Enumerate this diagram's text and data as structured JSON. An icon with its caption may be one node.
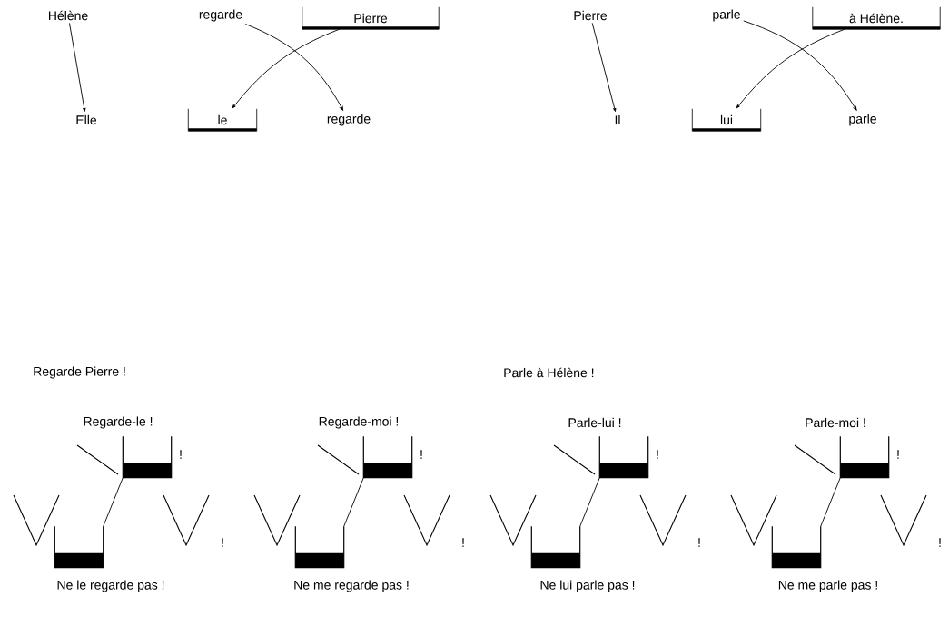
{
  "diagram": {
    "nodes": [
      {
        "text": [
          "Hélène"
        ]
      },
      {
        "text": [
          "regarde"
        ]
      },
      {
        "text": [
          "Pierre"
        ]
      },
      {
        "text": [
          "Elle"
        ]
      },
      {
        "text": [
          "le"
        ]
      },
      {
        "text": [
          "regarde"
        ]
      },
      {
        "text": [
          "Pierre"
        ]
      },
      {
        "text": [
          "parle"
        ]
      },
      {
        "text": [
          "à Hélène."
        ]
      },
      {
        "text": [
          "Il"
        ]
      },
      {
        "text": [
          "lui"
        ]
      },
      {
        "text": [
          "parle"
        ]
      },
      {
        "text": [],
        "shape": "box"
      },
      {
        "text": [],
        "shape": "box"
      },
      {
        "text": [],
        "shape": "box"
      },
      {
        "text": [],
        "shape": "box"
      },
      {
        "text": [],
        "shape": "box"
      },
      {
        "text": [],
        "shape": "box"
      },
      {
        "text": [],
        "shape": "box"
      },
      {
        "text": [],
        "shape": "box"
      }
    ],
    "edges": [
      {
        "from": 0,
        "to": 3,
        "arrow": "to"
      },
      {
        "from": 2,
        "to": 4,
        "arrow": "to"
      },
      {
        "from": 1,
        "to": 5,
        "arrow": "to"
      },
      {
        "from": 6,
        "to": 9,
        "arrow": "to"
      },
      {
        "from": 8,
        "to": 10,
        "arrow": "to"
      },
      {
        "from": 7,
        "to": 11,
        "arrow": "to"
      },
      {
        "from": 12,
        "to": 13,
        "arrow": "none"
      },
      {
        "from": 14,
        "to": 15,
        "arrow": "none"
      },
      {
        "from": 16,
        "to": 17,
        "arrow": "none"
      },
      {
        "from": 18,
        "to": 19,
        "arrow": "none"
      }
    ],
    "labels": [
      "Regarde Pierre !",
      "Parle à Hélène !",
      "Regarde-le !",
      "Regarde-moi !",
      "Parle-lui !",
      "Parle-moi !",
      "!",
      "!",
      "!",
      "!",
      "!",
      "!",
      "!",
      "!",
      "Ne le regarde pas !",
      "Ne me regarde pas !",
      "Ne lui parle pas !",
      "Ne me parle pas !"
    ]
  }
}
